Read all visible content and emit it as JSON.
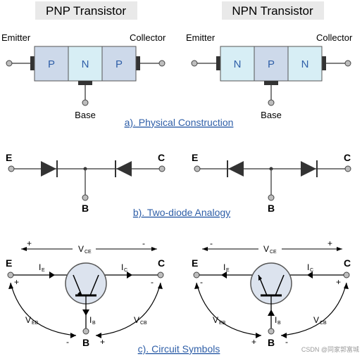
{
  "title_pnp": "PNP Transistor",
  "title_npn": "NPN Transistor",
  "label_emitter": "Emitter",
  "label_collector": "Collector",
  "label_base": "Base",
  "pnp_layers": [
    "P",
    "N",
    "P"
  ],
  "npn_layers": [
    "N",
    "P",
    "N"
  ],
  "caption_a": "a).  Physical Construction",
  "caption_b": "b).  Two-diode Analogy",
  "caption_c": "c).  Circuit Symbols",
  "terminal_e": "E",
  "terminal_b": "B",
  "terminal_c": "C",
  "plus": "+",
  "minus": "-",
  "v_letter": "V",
  "i_letter": "I",
  "sub_ce": "CE",
  "sub_eb": "EB",
  "sub_cb": "CB",
  "sub_e": "E",
  "sub_c": "C",
  "sub_b": "B",
  "watermark": "CSDN @同家郭富城",
  "colors": {
    "title_bg": "#e9e9e9",
    "layer_p": "#cdd9ea",
    "layer_n": "#d7eef5",
    "caption": "#2f5fa8",
    "symbol_fill": "#dce3ee",
    "dark": "#333333"
  }
}
